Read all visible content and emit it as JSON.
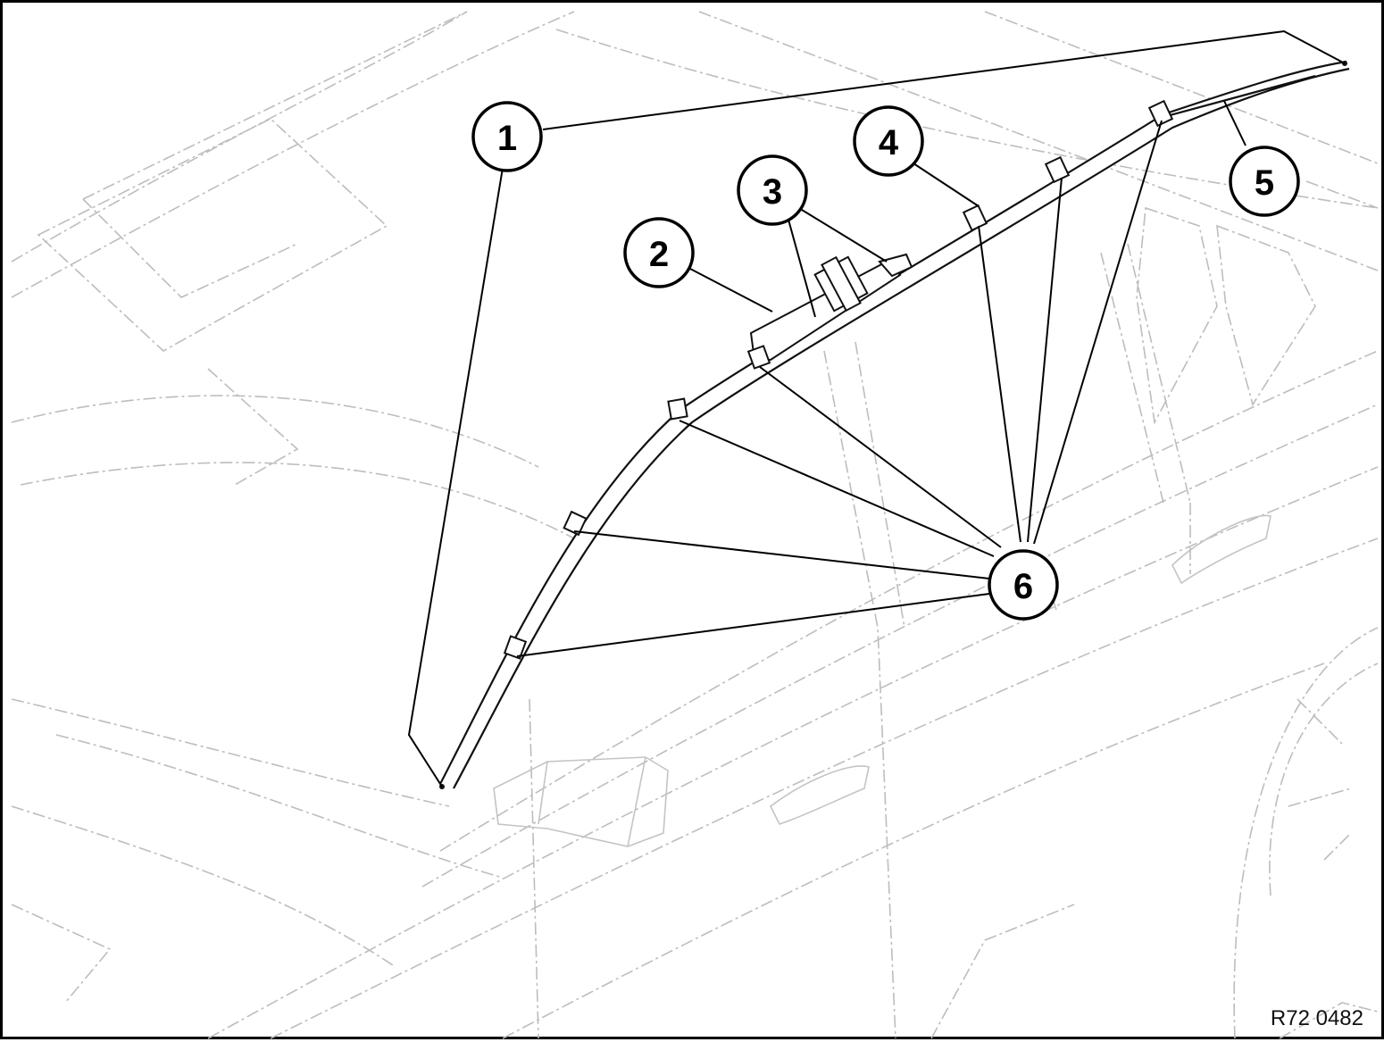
{
  "callouts": [
    {
      "id": "1",
      "label": "1"
    },
    {
      "id": "2",
      "label": "2"
    },
    {
      "id": "3",
      "label": "3"
    },
    {
      "id": "4",
      "label": "4"
    },
    {
      "id": "5",
      "label": "5"
    },
    {
      "id": "6",
      "label": "6"
    }
  ],
  "reference_code": "R72 0482"
}
